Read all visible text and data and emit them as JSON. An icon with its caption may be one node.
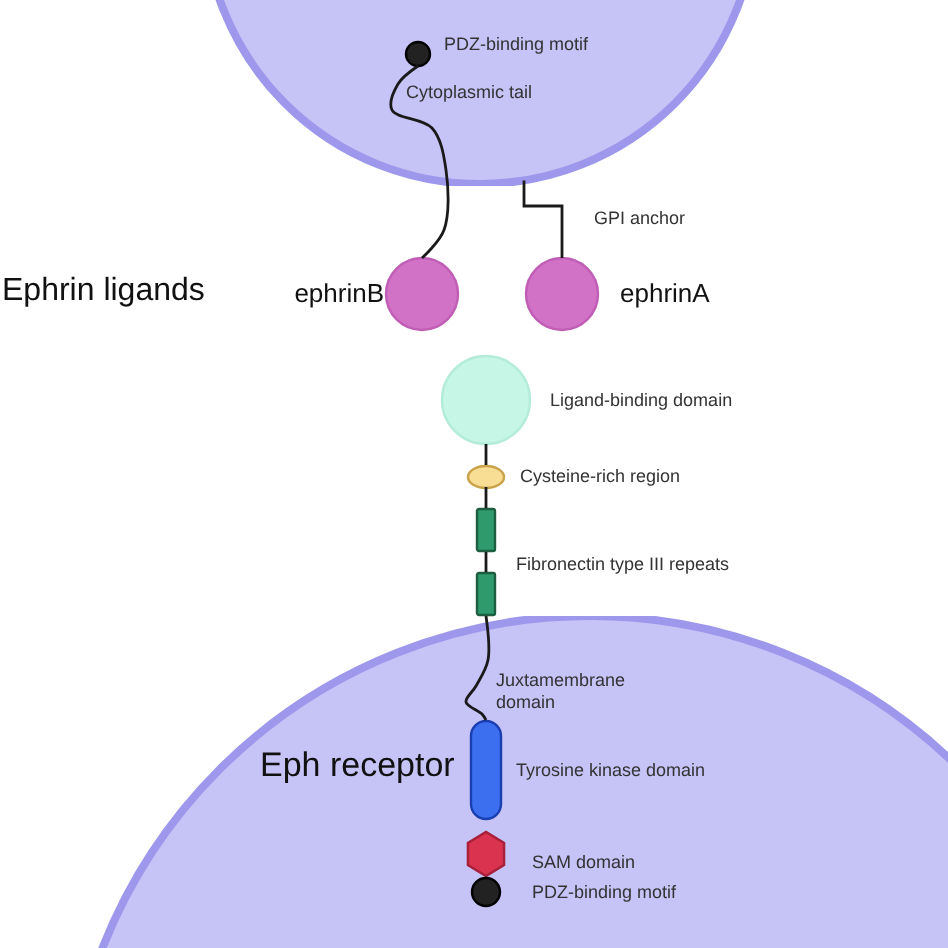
{
  "diagram": {
    "nodes": [
      {
        "text": [],
        "shape": "circle"
      },
      {
        "text": [],
        "shape": "circle",
        "in": 0,
        "beside": [
          "PDZ-binding motif"
        ]
      },
      {
        "text": [],
        "shape": "circle",
        "beside": [
          "ephrinB"
        ]
      },
      {
        "text": [],
        "shape": "circle",
        "beside": [
          "ephrinA"
        ]
      },
      {
        "text": [],
        "shape": "circle",
        "beside": [
          "Ligand-binding domain"
        ]
      },
      {
        "text": [],
        "shape": "circle",
        "beside": [
          "Cysteine-rich region"
        ]
      },
      {
        "text": [],
        "shape": "box",
        "beside": [
          "Fibronectin type III repeats"
        ]
      },
      {
        "text": [],
        "shape": "box"
      },
      {
        "text": [
          "Eph receptor"
        ]
      },
      {
        "text": [],
        "shape": "bar",
        "in": 8,
        "beside": [
          "Tyrosine kinase domain"
        ]
      },
      {
        "text": [],
        "shape": "hexagon",
        "in": 8,
        "beside": [
          "SAM domain"
        ]
      },
      {
        "text": [],
        "shape": "circle",
        "in": 8,
        "beside": [
          "PDZ-binding motif"
        ]
      }
    ],
    "edges": [
      {
        "from": 1,
        "to": 2,
        "arrow": "none",
        "label": "Cytoplasmic tail"
      },
      {
        "from": 0,
        "to": 3,
        "arrow": "none",
        "label": "GPI anchor"
      },
      {
        "from": 4,
        "to": 5,
        "arrow": "none"
      },
      {
        "from": 5,
        "to": 6,
        "arrow": "none"
      },
      {
        "from": 6,
        "to": 7,
        "arrow": "none"
      },
      {
        "from": 7,
        "to": 9,
        "arrow": "none",
        "label": "Juxtamembrane domain"
      }
    ],
    "labels": [
      "Ephrin ligands"
    ]
  }
}
